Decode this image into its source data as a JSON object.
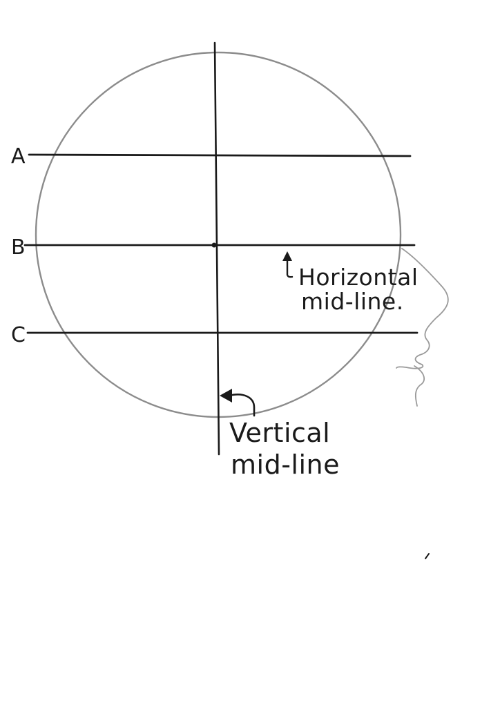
{
  "guide_lines": {
    "a": {
      "label": "A"
    },
    "b": {
      "label": "B"
    },
    "c": {
      "label": "C"
    }
  },
  "annotations": {
    "horizontal_midline": {
      "line1": "Horizontal",
      "line2": "mid-line."
    },
    "vertical_midline": {
      "line1": "Vertical",
      "line2": "mid-line"
    }
  },
  "colors": {
    "pencil_dark": "#1a1a1a",
    "pencil_circle": "#8c8c8c",
    "pencil_profile": "#9a9a9a",
    "paper": "#ffffff"
  }
}
